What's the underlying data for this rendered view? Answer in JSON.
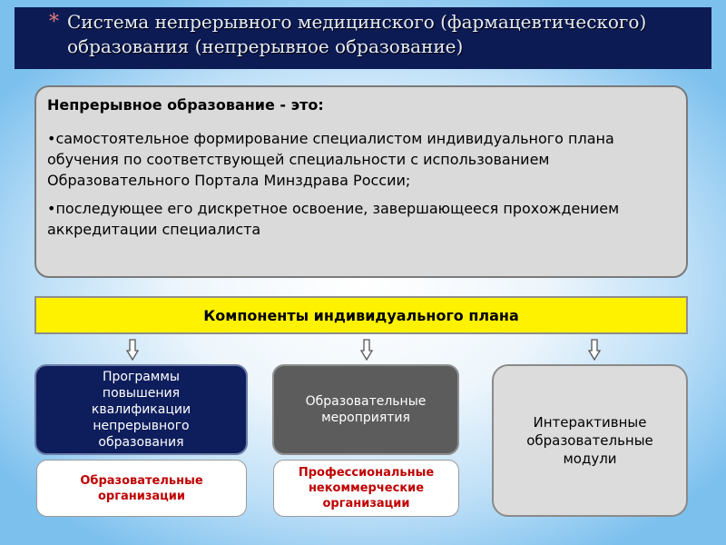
{
  "title": {
    "star": "*",
    "line1": "Система непрерывного медицинского (фармацевтического)",
    "line2": "образования (непрерывное образование)"
  },
  "definition": {
    "heading": "Непрерывное образование - это:",
    "item1": "•самостоятельное формирование специалистом индивидуального плана обучения по соответствующей специальности с использованием   Образовательного Портала Минздрава России;",
    "item2": "•последующее его дискретное освоение, завершающееся прохождением аккредитации специалиста"
  },
  "components_title": "Компоненты индивидуального плана",
  "components": {
    "programs": "Программы\nповышения\nквалификации\nнепрерывного\nобразования",
    "events": "Образовательные\nмероприятия",
    "modules": "Интерактивные\nобразовательные\nмодули"
  },
  "organizations": {
    "educational": "Образовательные\nорганизации",
    "professional": "Профессиональные\nнекоммерческие\nорганизации"
  },
  "colors": {
    "title_bar": "#0d1b55",
    "highlight_bar": "#fff200",
    "navy_box": "#0e1e5c",
    "gray_box": "#5c5c5c",
    "org_text": "#c00000"
  },
  "icons": [
    "down-arrow-icon",
    "down-arrow-icon",
    "down-arrow-icon"
  ]
}
